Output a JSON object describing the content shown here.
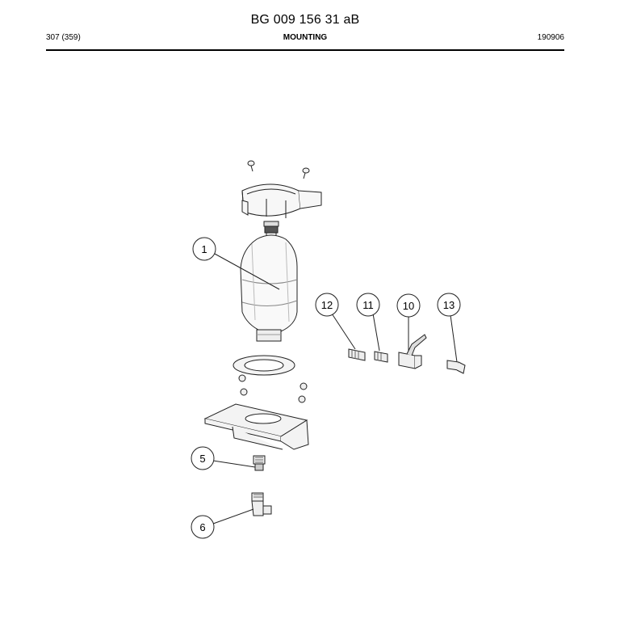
{
  "header": {
    "doc_number": "BG 009 156 31 aB",
    "page_ref": "307 (359)",
    "section_title": "MOUNTING",
    "date_code": "190906"
  },
  "callouts": [
    {
      "label": "1"
    },
    {
      "label": "12"
    },
    {
      "label": "11"
    },
    {
      "label": "10"
    },
    {
      "label": "13"
    },
    {
      "label": "5"
    },
    {
      "label": "6"
    }
  ]
}
